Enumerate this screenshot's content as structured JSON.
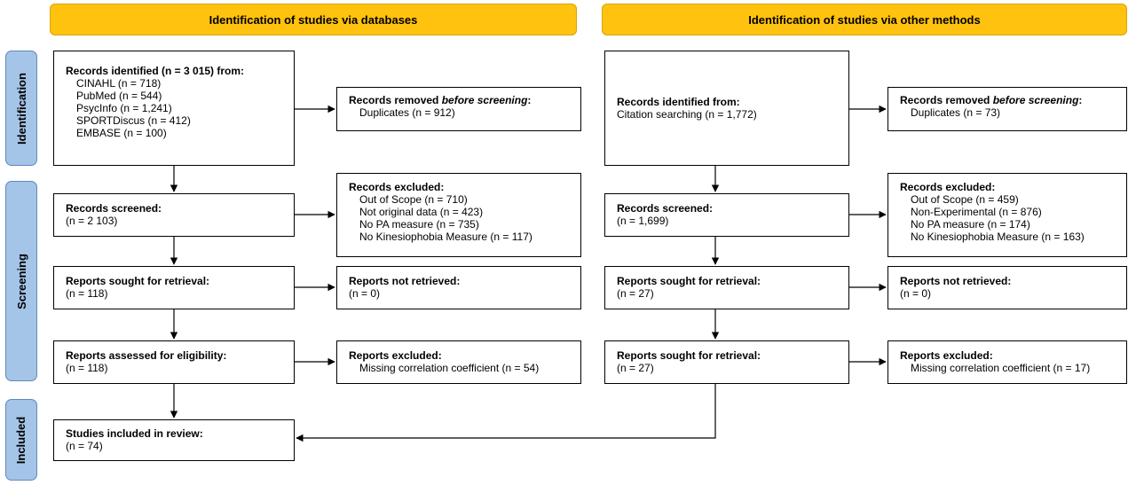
{
  "headers": {
    "left": "Identification of studies via databases",
    "right": "Identification of studies via other methods"
  },
  "sidebar": {
    "identification": "Identification",
    "screening": "Screening",
    "included": "Included"
  },
  "databases": {
    "identified": {
      "title": "Records identified (n = 3 015) from:",
      "items": [
        "CINAHL (n = 718)",
        "PubMed (n = 544)",
        "PsycInfo (n = 1,241)",
        "SPORTDiscus (n = 412)",
        "EMBASE (n = 100)"
      ]
    },
    "removed": {
      "title_pre": "Records removed ",
      "title_em": "before screening",
      "title_post": ":",
      "items": [
        "Duplicates (n = 912)"
      ]
    },
    "screened": {
      "title": "Records screened:",
      "value": "(n = 2 103)"
    },
    "excluded": {
      "title": "Records excluded:",
      "items": [
        "Out of Scope (n = 710)",
        "Not original data (n = 423)",
        "No PA measure (n = 735)",
        "No Kinesiophobia Measure (n = 117)"
      ]
    },
    "sought": {
      "title": "Reports sought for retrieval:",
      "value": "(n = 118)"
    },
    "not_retrieved": {
      "title": "Reports not retrieved:",
      "value": "(n = 0)"
    },
    "assessed": {
      "title": "Reports assessed for eligibility:",
      "value": "(n = 118)"
    },
    "reports_excluded": {
      "title": "Reports excluded:",
      "items": [
        "Missing correlation coefficient (n = 54)"
      ]
    },
    "included": {
      "title": "Studies included in review:",
      "value": "(n = 74)"
    }
  },
  "other": {
    "identified": {
      "title": "Records identified from:",
      "value": "Citation searching (n = 1,772)"
    },
    "removed": {
      "title_pre": "Records removed ",
      "title_em": "before screening",
      "title_post": ":",
      "items": [
        "Duplicates (n = 73)"
      ]
    },
    "screened": {
      "title": "Records screened:",
      "value": "(n = 1,699)"
    },
    "excluded": {
      "title": "Records excluded:",
      "items": [
        "Out of Scope (n = 459)",
        "Non-Experimental (n = 876)",
        "No PA measure (n = 174)",
        "No Kinesiophobia Measure (n = 163)"
      ]
    },
    "sought": {
      "title": "Reports sought for retrieval:",
      "value": "(n = 27)"
    },
    "not_retrieved": {
      "title": "Reports not retrieved:",
      "value": "(n = 0)"
    },
    "sought2": {
      "title": "Reports sought for retrieval:",
      "value": "(n = 27)"
    },
    "reports_excluded": {
      "title": "Reports excluded:",
      "items": [
        "Missing correlation coefficient (n = 17)"
      ]
    }
  },
  "colors": {
    "header_fill": "#FFC20E",
    "sidebar_fill": "#A4C4E8"
  }
}
